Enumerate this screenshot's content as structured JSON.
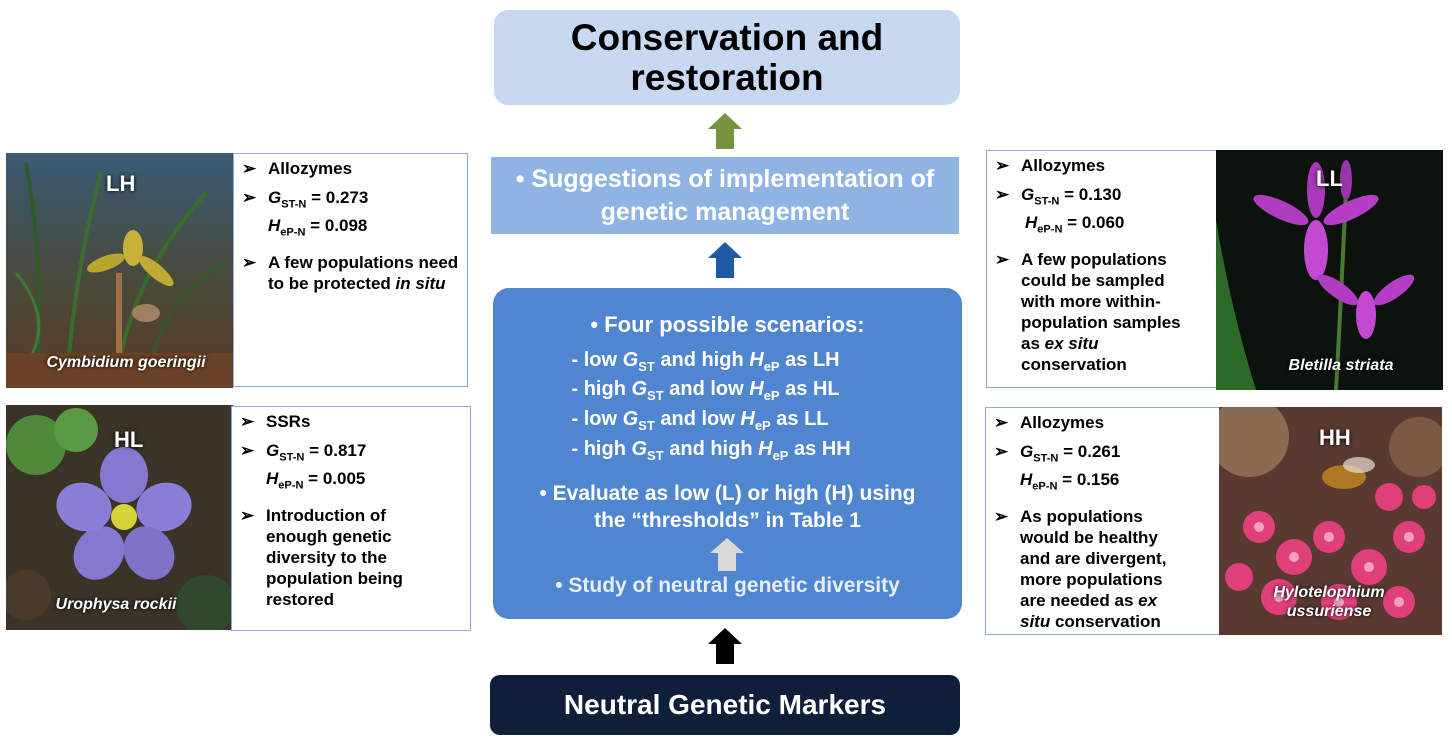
{
  "top": {
    "title": "Conservation and restoration"
  },
  "suggestion": {
    "text": "• Suggestions of implementation of genetic management"
  },
  "main": {
    "heading": "• Four possible scenarios:",
    "scenarios": [
      {
        "a": "- low ",
        "b": " and high ",
        "c": " as LH"
      },
      {
        "a": "- high ",
        "b": " and low ",
        "c": " as HL"
      },
      {
        "a": "- low ",
        "b": " and low ",
        "c": " as LL"
      },
      {
        "a": "- high ",
        "b": " and high ",
        "c": " as HH"
      }
    ],
    "g_sym": "G",
    "g_sub": "ST",
    "h_sym": "H",
    "h_sub": "eP",
    "evaluate_line1": "• Evaluate as low (L) or high (H) using",
    "evaluate_line2": "the “thresholds” in Table 1",
    "study": "• Study of neutral genetic diversity"
  },
  "bottom": {
    "text": "Neutral Genetic Markers"
  },
  "marker_symbol": "➢",
  "panels": {
    "lh": {
      "tag": "LH",
      "species": "Cymbidium goeringii",
      "marker": "Allozymes",
      "g_label": "G",
      "g_sub": "ST-N",
      "g_value": " = 0.273",
      "h_label": "H",
      "h_sub": "eP-N",
      "h_value": " = 0.098",
      "note": "A few populations need to be protected ",
      "note_em": "in situ"
    },
    "hl": {
      "tag": "HL",
      "species": "Urophysa rockii",
      "marker": "SSRs",
      "g_label": "G",
      "g_sub": "ST-N",
      "g_value": " = 0.817",
      "h_label": "H",
      "h_sub": "eP-N",
      "h_value": " = 0.005",
      "note": "Introduction of enough genetic diversity to the population being restored"
    },
    "ll": {
      "tag": "LL",
      "species": "Bletilla striata",
      "marker": "Allozymes",
      "g_label": "G",
      "g_sub": "ST-N",
      "g_value": " = 0.130",
      "h_label": "H",
      "h_sub": "eP-N",
      "h_value": " = 0.060",
      "note": "A few populations could be sampled with more within-population samples as ",
      "note_em": "ex situ",
      "note_tail": " conservation"
    },
    "hh": {
      "tag": "HH",
      "species_line1": "Hylotelophium",
      "species_line2": "ussuriense",
      "marker": "Allozymes",
      "g_label": "G",
      "g_sub": "ST-N",
      "g_value": " = 0.261",
      "h_label": "H",
      "h_sub": "eP-N",
      "h_value": " = 0.156",
      "note": "As populations would be healthy and are divergent, more populations are needed as ",
      "note_em": "ex situ",
      "note_tail": " conservation"
    }
  },
  "colors": {
    "top_box": "#c7d9f1",
    "suggestion_box": "#8fb4e3",
    "main_box": "#4f86cf",
    "bottom_box": "#0f1f3a",
    "arrow_green": "#77933c",
    "arrow_blue": "#1f5aa6",
    "arrow_grey": "#d9d9d9",
    "arrow_black": "#000000"
  }
}
